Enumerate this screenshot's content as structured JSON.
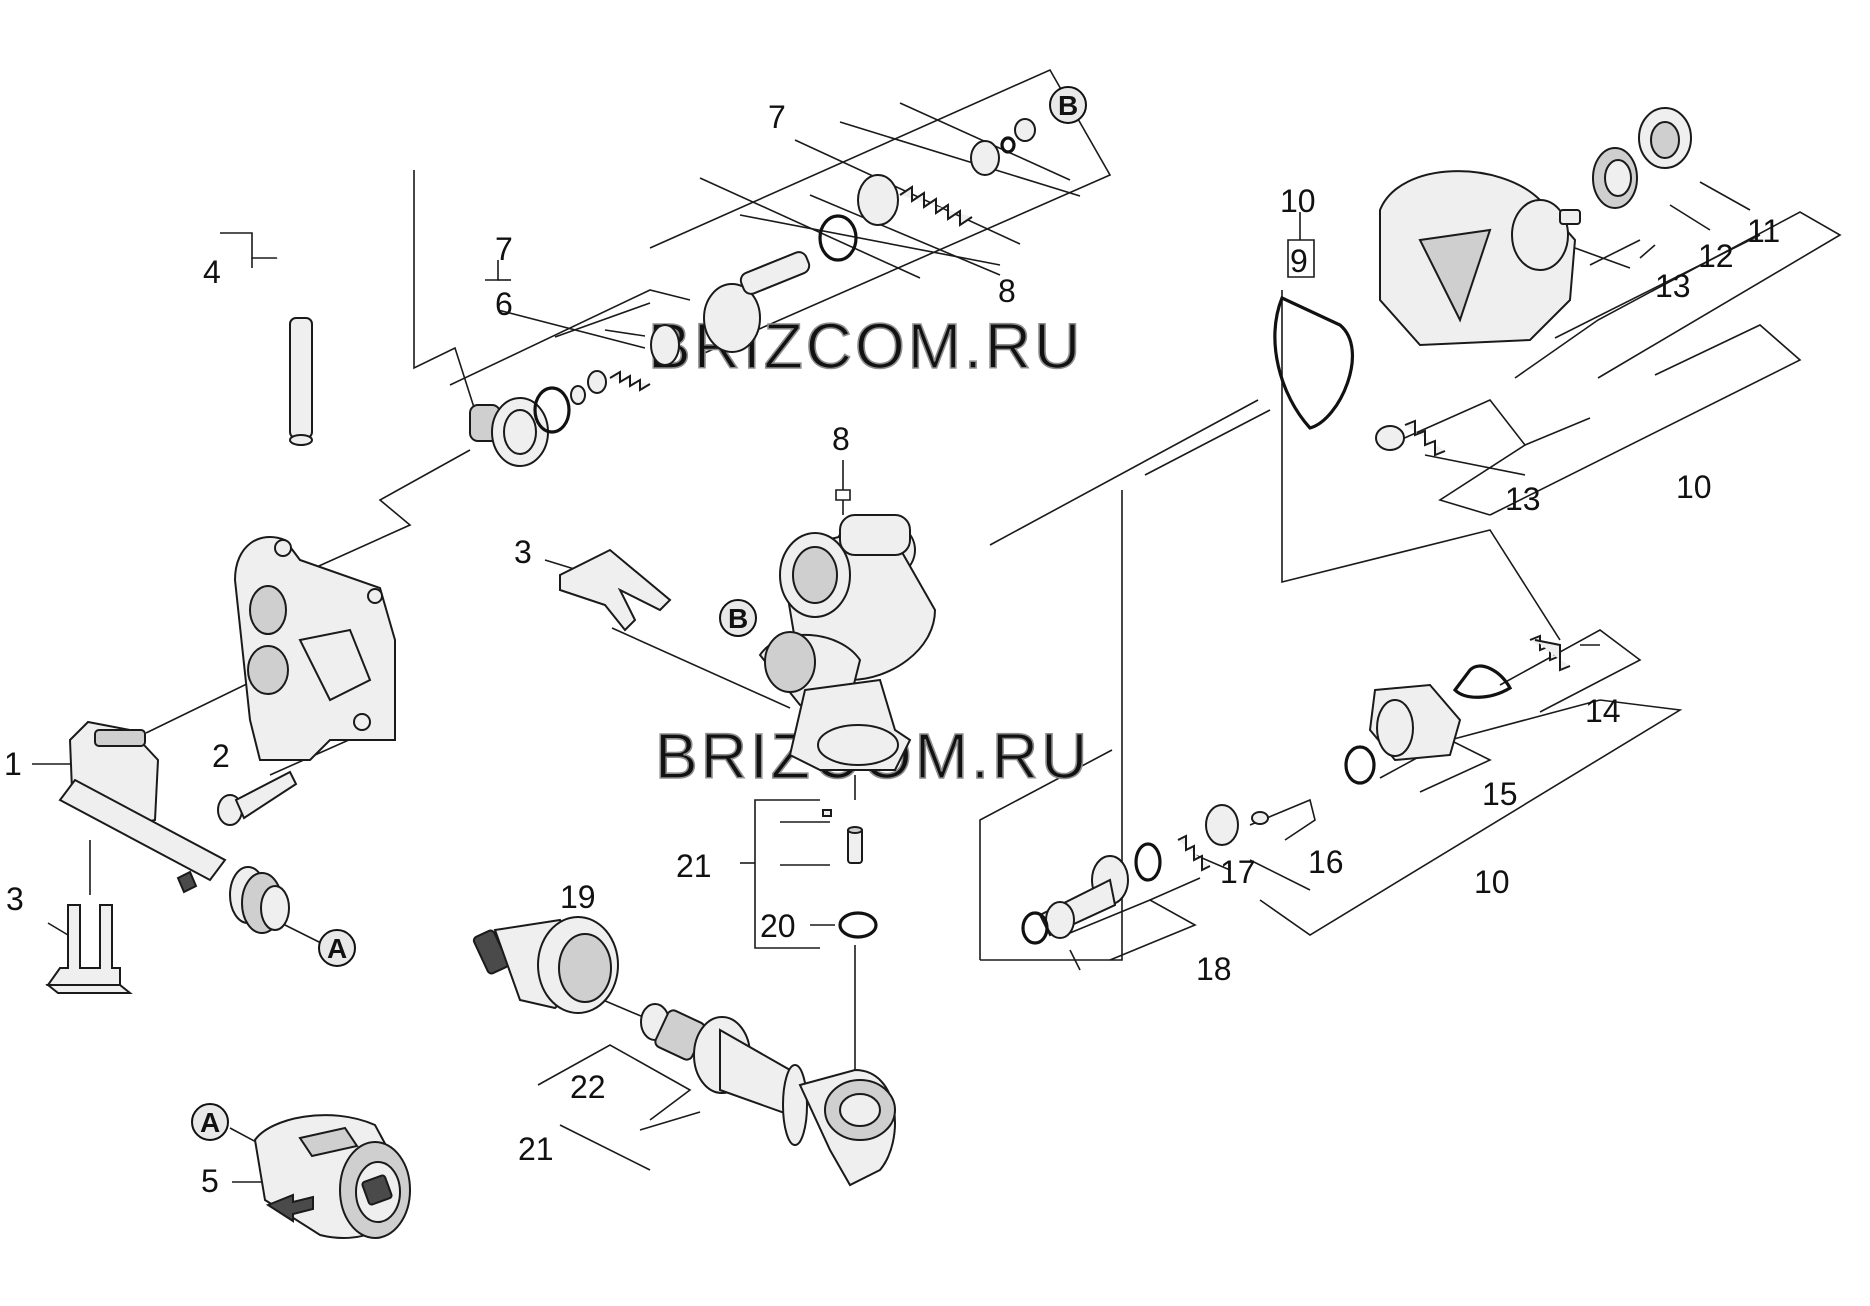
{
  "diagram": {
    "watermark": "BRIZCOM.RU",
    "ref_markers": [
      "A",
      "B"
    ],
    "callouts": {
      "c1": "1",
      "c2": "2",
      "c3a": "3",
      "c3b": "3",
      "c4": "4",
      "c5": "5",
      "c6": "6",
      "c7a": "7",
      "c7b": "7",
      "c8a": "8",
      "c8b": "8",
      "c9": "9",
      "c10a": "10",
      "c10b": "10",
      "c10c": "10",
      "c11": "11",
      "c12": "12",
      "c13a": "13",
      "c13b": "13",
      "c14": "14",
      "c15": "15",
      "c16": "16",
      "c17": "17",
      "c18": "18",
      "c19": "19",
      "c20": "20",
      "c21a": "21",
      "c21b": "21",
      "c22": "22"
    }
  }
}
